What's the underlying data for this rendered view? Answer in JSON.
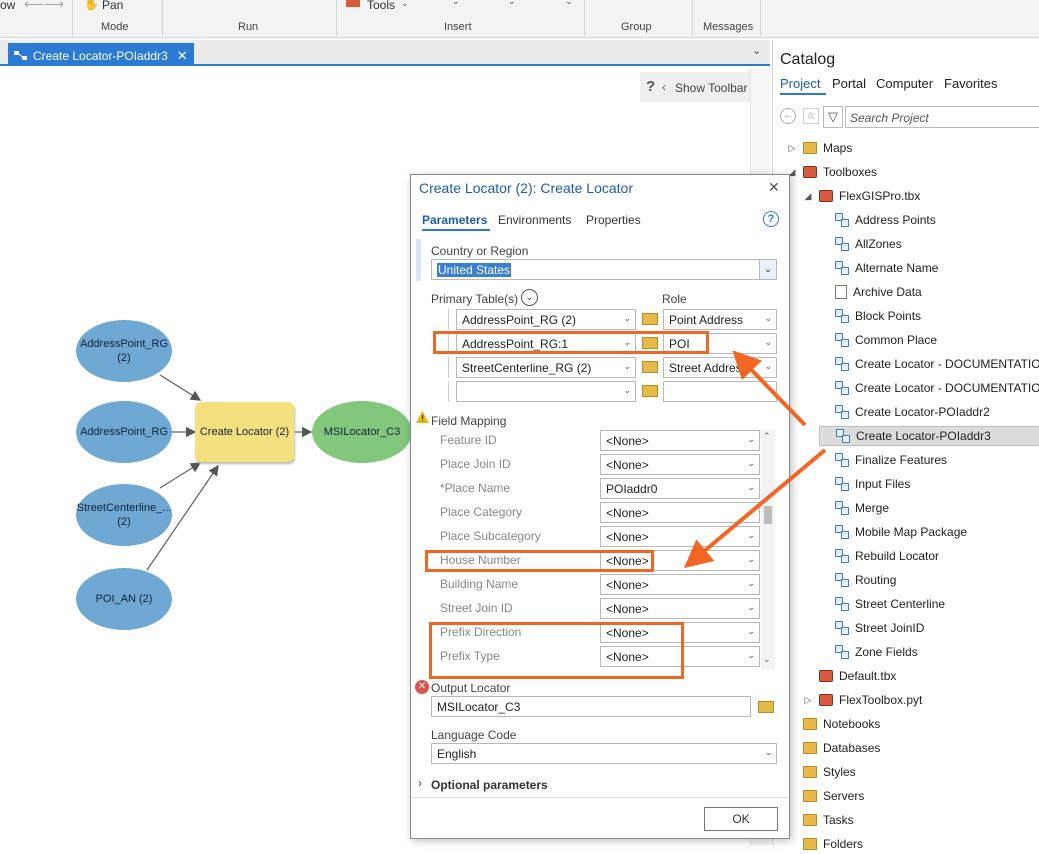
{
  "ribbon": {
    "left_text": "ow",
    "pan_label": "Pan",
    "tools_label": "Tools",
    "groups": [
      "Mode",
      "Run",
      "Insert",
      "Group",
      "Messages"
    ]
  },
  "document_tab": {
    "title": "Create Locator-POIaddr3"
  },
  "canvas": {
    "show_toolbar_label": "Show Toolbar",
    "help_glyph": "?"
  },
  "model": {
    "inputs": [
      "AddressPoint_RG (2)",
      "AddressPoint_RG",
      "StreetCenterline_... (2)",
      "POI_AN (2)"
    ],
    "tool": "Create Locator (2)",
    "output": "MSILocator_C3"
  },
  "dialog": {
    "title": "Create Locator (2): Create Locator",
    "tabs": [
      "Parameters",
      "Environments",
      "Properties"
    ],
    "country_label": "Country or Region",
    "country_value": "United States",
    "primary_tables_label": "Primary Table(s)",
    "role_label": "Role",
    "tables": [
      {
        "table": "AddressPoint_RG (2)",
        "role": "Point Address"
      },
      {
        "table": "AddressPoint_RG:1",
        "role": "POI"
      },
      {
        "table": "StreetCenterline_RG (2)",
        "role": "Street Address"
      },
      {
        "table": "",
        "role": ""
      }
    ],
    "field_mapping_label": "Field Mapping",
    "field_mapping": [
      {
        "field": "Feature ID",
        "value": "<None>"
      },
      {
        "field": "Place Join ID",
        "value": "<None>"
      },
      {
        "field": "*Place Name",
        "value": "POIaddr0"
      },
      {
        "field": "Place Category",
        "value": "<None>"
      },
      {
        "field": "Place Subcategory",
        "value": "<None>"
      },
      {
        "field": "House Number",
        "value": "<None>"
      },
      {
        "field": "Building Name",
        "value": "<None>"
      },
      {
        "field": "Street Join ID",
        "value": "<None>"
      },
      {
        "field": "Prefix Direction",
        "value": "<None>"
      },
      {
        "field": "Prefix Type",
        "value": "<None>"
      }
    ],
    "output_label": "Output Locator",
    "output_value": "MSILocator_C3",
    "language_label": "Language Code",
    "language_value": "English",
    "optional_label": "Optional parameters",
    "ok_label": "OK"
  },
  "catalog": {
    "title": "Catalog",
    "tabs": [
      "Project",
      "Portal",
      "Computer",
      "Favorites"
    ],
    "search_placeholder": "Search Project",
    "items": [
      {
        "label": "Maps",
        "icon": "folder-icon"
      },
      {
        "label": "Toolboxes",
        "icon": "toolbox-icon"
      },
      {
        "label": "FlexGISPro.tbx",
        "icon": "toolbox-icon"
      },
      {
        "label": "Address Points",
        "icon": "model-icon"
      },
      {
        "label": "AllZones",
        "icon": "model-icon"
      },
      {
        "label": "Alternate Name",
        "icon": "model-icon"
      },
      {
        "label": "Archive Data",
        "icon": "script-icon"
      },
      {
        "label": "Block Points",
        "icon": "model-icon"
      },
      {
        "label": "Common Place",
        "icon": "model-icon"
      },
      {
        "label": "Create Locator - DOCUMENTATION",
        "icon": "model-icon"
      },
      {
        "label": "Create Locator - DOCUMENTATION",
        "icon": "model-icon"
      },
      {
        "label": "Create Locator-POIaddr2",
        "icon": "model-icon"
      },
      {
        "label": "Create Locator-POIaddr3",
        "icon": "model-icon"
      },
      {
        "label": "Finalize Features",
        "icon": "model-icon"
      },
      {
        "label": "Input Files",
        "icon": "model-icon"
      },
      {
        "label": "Merge",
        "icon": "model-icon"
      },
      {
        "label": "Mobile Map Package",
        "icon": "model-icon"
      },
      {
        "label": "Rebuild Locator",
        "icon": "model-icon"
      },
      {
        "label": "Routing",
        "icon": "model-icon"
      },
      {
        "label": "Street Centerline",
        "icon": "model-icon"
      },
      {
        "label": "Street JoinID",
        "icon": "model-icon"
      },
      {
        "label": "Zone Fields",
        "icon": "model-icon"
      },
      {
        "label": "Default.tbx",
        "icon": "toolbox-icon"
      },
      {
        "label": "FlexToolbox.pyt",
        "icon": "toolbox-icon"
      },
      {
        "label": "Notebooks",
        "icon": "folder-icon"
      },
      {
        "label": "Databases",
        "icon": "folder-icon"
      },
      {
        "label": "Styles",
        "icon": "folder-icon"
      },
      {
        "label": "Servers",
        "icon": "folder-icon"
      },
      {
        "label": "Tasks",
        "icon": "folder-icon"
      },
      {
        "label": "Folders",
        "icon": "folder-icon"
      }
    ]
  },
  "colors": {
    "accent": "#2b7bd4",
    "highlight": "#f26522",
    "input_node": "#6fa8d2",
    "tool_node": "#f4e07e",
    "output_node": "#82c77c"
  }
}
